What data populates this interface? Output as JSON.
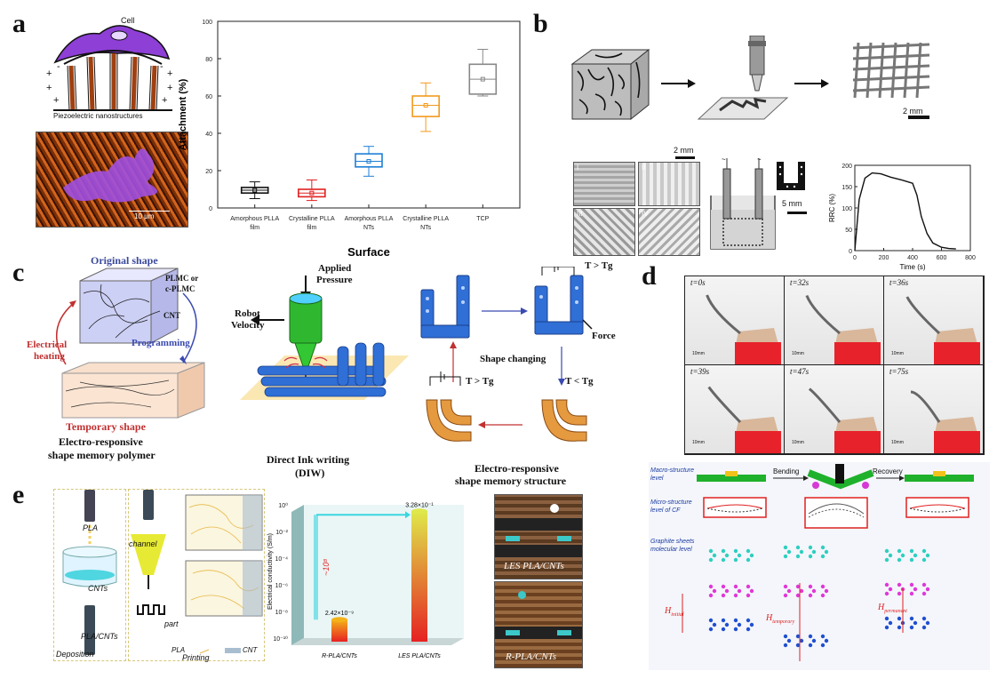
{
  "panels": {
    "a": {
      "letter": "a",
      "cell_label": "Cell",
      "piezo_label": "Piezoelectric nanostructures",
      "scale_bar": "10 μm"
    },
    "b": {
      "letter": "b",
      "scale_top": "2 mm",
      "scale_mid": "2 mm",
      "scale_right": "5 mm",
      "roman": [
        "I",
        "II",
        "III",
        "IV"
      ]
    },
    "c": {
      "letter": "c",
      "original_shape": "Original shape",
      "plmc": "PLMC or",
      "cplmc": "c-PLMC",
      "cnt": "CNT",
      "electrical": "Electrical",
      "heating": "heating",
      "programming": "Programming",
      "temporary": "Temporary shape",
      "caption1_l1": "Electro-responsive",
      "caption1_l2": "shape memory polymer",
      "applied_l1": "Applied",
      "applied_l2": "Pressure",
      "robot_l1": "Robot",
      "robot_l2": "Velocity",
      "diw_l1": "Direct Ink writing",
      "diw_l2": "(DIW)",
      "t_gt_tg_top": "T > Tg",
      "t_gt_tg_bottom": "T > Tg",
      "t_lt_tg": "T < Tg",
      "force": "Force",
      "shape_changing": "Shape changing",
      "caption3_l1": "Electro-responsive",
      "caption3_l2": "shape memory structure"
    },
    "d": {
      "letter": "d",
      "times": [
        "t=0s",
        "t=32s",
        "t=36s",
        "t=39s",
        "t=47s",
        "t=75s"
      ],
      "scale": "10mm",
      "macro_l1": "Macro-structure",
      "macro_l2": "level",
      "micro_l1": "Micro-structure",
      "micro_l2": "level of CF",
      "bending": "Bending",
      "recovery": "Recovery",
      "graphite_l1": "Graphite sheets",
      "graphite_l2": "molecular level",
      "h_initial": "H",
      "h_initial_sub": "initial",
      "h_temporary": "H",
      "h_temporary_sub": "temporary",
      "h_permanent": "H",
      "h_permanent_sub": "permanent"
    },
    "e": {
      "letter": "e",
      "pla": "PLA",
      "cnts": "CNTs",
      "pla_cnts": "PLA/CNTs",
      "deposition": "Deposition",
      "channel": "channel",
      "part": "part",
      "legend_pla": "PLA",
      "legend_cnt": "CNT",
      "printing": "Printing",
      "les_label": "LES PLA/CNTs",
      "r_label": "R-PLA/CNTs"
    }
  },
  "chart_data": [
    {
      "type": "box",
      "xlabel": "Surface",
      "ylabel": "Attachment (%)",
      "ylim": [
        0,
        100
      ],
      "yticks": [
        0,
        20,
        40,
        60,
        80,
        100
      ],
      "categories": [
        [
          "Amorphous PLLA",
          "film"
        ],
        [
          "Crystalline PLLA",
          "film"
        ],
        [
          "Amorphous PLLA",
          "NTs"
        ],
        [
          "Crystalline PLLA",
          "NTs"
        ],
        [
          "TCP"
        ]
      ],
      "boxes": [
        {
          "q1": 8,
          "q3": 11,
          "median": 9.5,
          "mean": 9.5,
          "min": 5,
          "max": 14,
          "color": "#111111"
        },
        {
          "q1": 6,
          "q3": 10,
          "median": 8,
          "mean": 8,
          "min": 4,
          "max": 15,
          "color": "#e02020"
        },
        {
          "q1": 22,
          "q3": 29,
          "median": 25,
          "mean": 25,
          "min": 17,
          "max": 33,
          "color": "#1e7fd6"
        },
        {
          "q1": 49,
          "q3": 60,
          "median": 55,
          "mean": 55,
          "min": 41,
          "max": 67,
          "color": "#f29a1e"
        },
        {
          "q1": 61,
          "q3": 77,
          "median": 69,
          "mean": 69,
          "min": 60,
          "max": 85,
          "color": "#888888"
        }
      ]
    },
    {
      "type": "line",
      "xlabel": "Time (s)",
      "ylabel": "RRC (%)",
      "xlim": [
        0,
        800
      ],
      "ylim": [
        0,
        200
      ],
      "xticks": [
        0,
        200,
        400,
        600,
        800
      ],
      "yticks": [
        0,
        50,
        100,
        150,
        200
      ],
      "x": [
        0,
        30,
        70,
        120,
        180,
        250,
        320,
        400,
        430,
        460,
        500,
        540,
        600,
        650,
        700
      ],
      "y": [
        0,
        120,
        170,
        182,
        180,
        172,
        166,
        158,
        130,
        80,
        40,
        18,
        8,
        5,
        4
      ]
    },
    {
      "type": "bar",
      "ylabel": "Electrical conductivity (S/m)",
      "yscale": "log",
      "ylim": [
        1e-10,
        1
      ],
      "ytick_labels": [
        "10⁰",
        "10⁻²",
        "10⁻⁴",
        "10⁻⁶",
        "10⁻⁸",
        "10⁻¹⁰"
      ],
      "categories": [
        "R-PLA/CNTs",
        "LES PLA/CNTs"
      ],
      "values": [
        2.42e-09,
        0.328
      ],
      "value_labels": [
        "2.42×10⁻⁹",
        "3.28×10⁻¹"
      ],
      "annotation": "~10⁸"
    }
  ]
}
